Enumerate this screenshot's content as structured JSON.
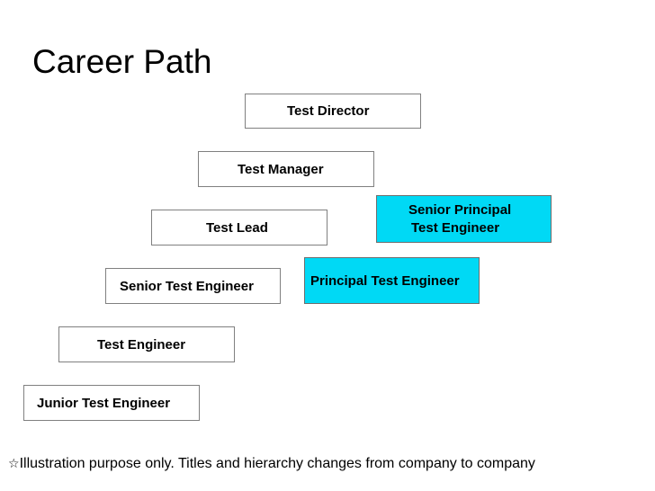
{
  "title": "Career Path",
  "ladder": {
    "director": "Test Director",
    "manager": "Test Manager",
    "lead": "Test Lead",
    "senior": "Senior Test Engineer",
    "engineer": "Test Engineer",
    "junior": "Junior Test Engineer"
  },
  "technical_track": {
    "senior_principal_line1": "Senior Principal",
    "senior_principal_line2": "Test Engineer",
    "principal": "Principal Test Engineer"
  },
  "footnote": {
    "marker": "☆",
    "text": "Illustration purpose only. Titles and hierarchy changes from company to company"
  },
  "colors": {
    "technical_track_fill": "#00d9f5",
    "box_border": "#808080"
  }
}
